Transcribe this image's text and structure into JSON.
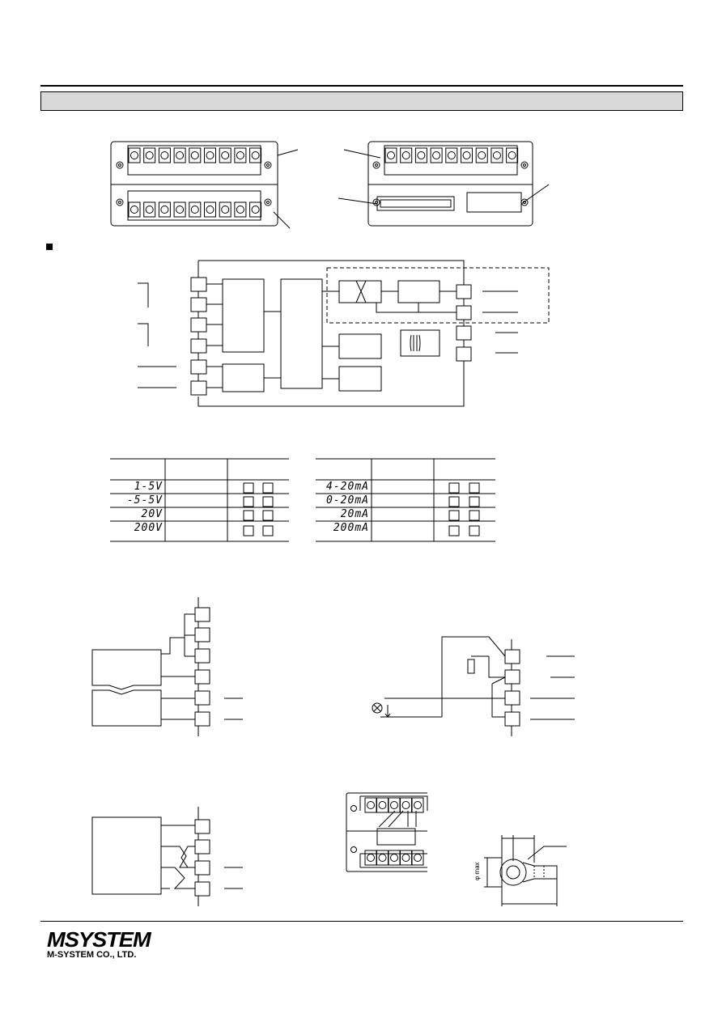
{
  "page": {
    "section_title": "",
    "block_diagram_heading": ""
  },
  "range_tables": {
    "voltage": {
      "rows": [
        "1-5V",
        "-5-5V",
        "20V",
        "200V"
      ]
    },
    "current": {
      "rows": [
        "4-20mA",
        "0-20mA",
        "20mA",
        "200mA"
      ]
    }
  },
  "footer": {
    "logo_text": "MSYSTEM",
    "company": "M-SYSTEM CO., LTD."
  }
}
